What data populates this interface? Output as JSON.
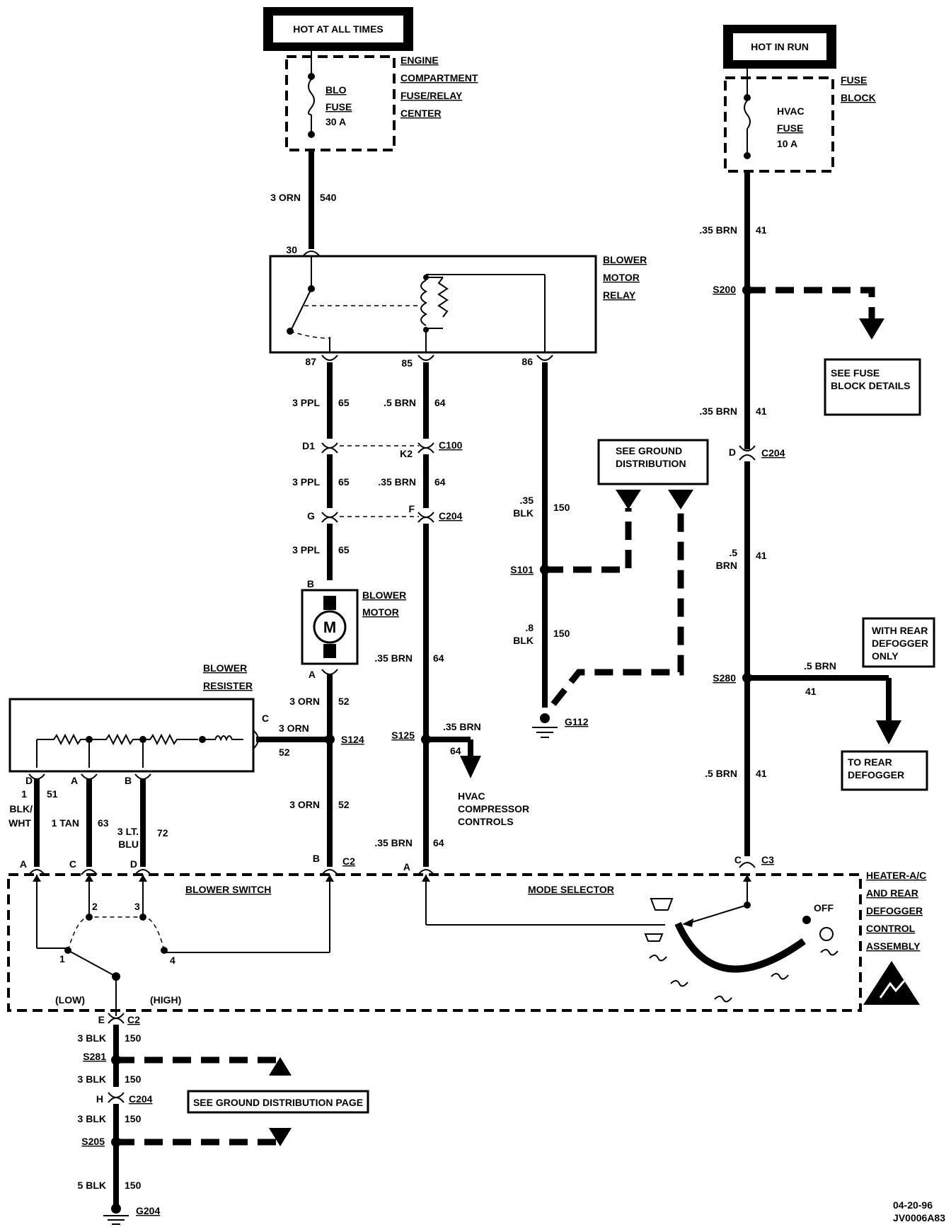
{
  "power": {
    "hot_all_times": "HOT AT ALL TIMES",
    "hot_in_run": "HOT IN RUN"
  },
  "fuses": {
    "blo_line1": "BLO",
    "blo_line2": "FUSE",
    "blo_line3": "30 A",
    "hvac_line1": "HVAC",
    "hvac_line2": "FUSE",
    "hvac_line3": "10 A",
    "engine_line1": "ENGINE",
    "engine_line2": "COMPARTMENT",
    "engine_line3": "FUSE/RELAY",
    "engine_line4": "CENTER",
    "fuseblock_line1": "FUSE",
    "fuseblock_line2": "BLOCK"
  },
  "relay": {
    "line1": "BLOWER",
    "line2": "MOTOR",
    "line3": "RELAY",
    "pin30": "30",
    "pin87": "87",
    "pin85": "85",
    "pin86": "86"
  },
  "wires": {
    "w540_size": "3 ORN",
    "w540_num": "540",
    "w41a_size": ".35 BRN",
    "w41a_num": "41",
    "w41b_size": ".35 BRN",
    "w41b_num": "41",
    "w41c_size1": ".5",
    "w41c_size2": "BRN",
    "w41c_num": "41",
    "w41d_size": ".5 BRN",
    "w41d_num": "41",
    "w41e_size": ".5 BRN",
    "w41e_num": "41",
    "w65a_size": "3 PPL",
    "w65a_num": "65",
    "w65b_size": "3 PPL",
    "w65b_num": "65",
    "w65c_size": "3 PPL",
    "w65c_num": "65",
    "w64a_size": ".5 BRN",
    "w64a_num": "64",
    "w64b_size": ".35 BRN",
    "w64b_num": "64",
    "w64c_size": ".35 BRN",
    "w64c_num": "64",
    "w64d_size": ".35 BRN",
    "w64d_num": "64",
    "w64e_size": ".35 BRN",
    "w64e_num": "64",
    "w150a_size1": ".35",
    "w150a_size2": "BLK",
    "w150a_num": "150",
    "w150b_size1": ".8",
    "w150b_size2": "BLK",
    "w150b_num": "150",
    "w52a_size": "3 ORN",
    "w52a_num": "52",
    "w52b_size": "3 ORN",
    "w52b_num": "52",
    "w52c_size": "3 ORN",
    "w52c_num": "52",
    "w51_size1": "1",
    "w51_size2": "BLK/",
    "w51_size3": "WHT",
    "w51_num": "51",
    "w63_size": "1 TAN",
    "w63_num": "63",
    "w72_size1": "3 LT.",
    "w72_size2": "BLU",
    "w72_num": "72",
    "wg1_size": "3 BLK",
    "wg1_num": "150",
    "wg2_size": "3 BLK",
    "wg2_num": "150",
    "wg3_size": "3 BLK",
    "wg3_num": "150",
    "wg4_size": "5 BLK",
    "wg4_num": "150"
  },
  "connectors": {
    "c100": "C100",
    "c204": "C204",
    "c204b": "C204",
    "c204c": "C204",
    "c2": "C2",
    "c2b": "C2",
    "c3": "C3",
    "d1": "D1",
    "k2": "K2",
    "g": "G",
    "f": "F",
    "d": "D",
    "b": "B",
    "a": "A",
    "c": "C",
    "h": "H",
    "e": "E",
    "rD": "D",
    "rA": "A",
    "rB": "B",
    "sA": "A",
    "sC": "C",
    "sD": "D",
    "sB": "B",
    "mA": "A",
    "hC": "C"
  },
  "splices": {
    "s200": "S200",
    "s101": "S101",
    "s124": "S124",
    "s125": "S125",
    "s280": "S280",
    "s281": "S281",
    "s205": "S205"
  },
  "grounds": {
    "g112": "G112",
    "g204": "G204"
  },
  "notes": {
    "fuse_details_1": "SEE FUSE",
    "fuse_details_2": "BLOCK DETAILS",
    "ground_dist_1": "SEE GROUND",
    "ground_dist_2": "DISTRIBUTION",
    "ground_page": "SEE GROUND DISTRIBUTION PAGE",
    "rear_only_1": "WITH REAR",
    "rear_only_2": "DEFOGGER",
    "rear_only_3": "ONLY",
    "to_rear_1": "TO REAR",
    "to_rear_2": "DEFOGGER",
    "hvac_comp_1": "HVAC",
    "hvac_comp_2": "COMPRESSOR",
    "hvac_comp_3": "CONTROLS"
  },
  "components": {
    "motor_1": "BLOWER",
    "motor_2": "MOTOR",
    "motor_symbol": "M",
    "resister_1": "BLOWER",
    "resister_2": "RESISTER",
    "blower_switch": "BLOWER SWITCH",
    "mode_selector": "MODE SELECTOR",
    "low": "(LOW)",
    "high": "(HIGH)",
    "off": "OFF",
    "pos1": "1",
    "pos2": "2",
    "pos3": "3",
    "pos4": "4",
    "asm_1": "HEATER-A/C",
    "asm_2": "AND REAR",
    "asm_3": "DEFOGGER",
    "asm_4": "CONTROL",
    "asm_5": "ASSEMBLY"
  },
  "footer": {
    "date": "04-20-96",
    "code": "JV0006A83"
  }
}
